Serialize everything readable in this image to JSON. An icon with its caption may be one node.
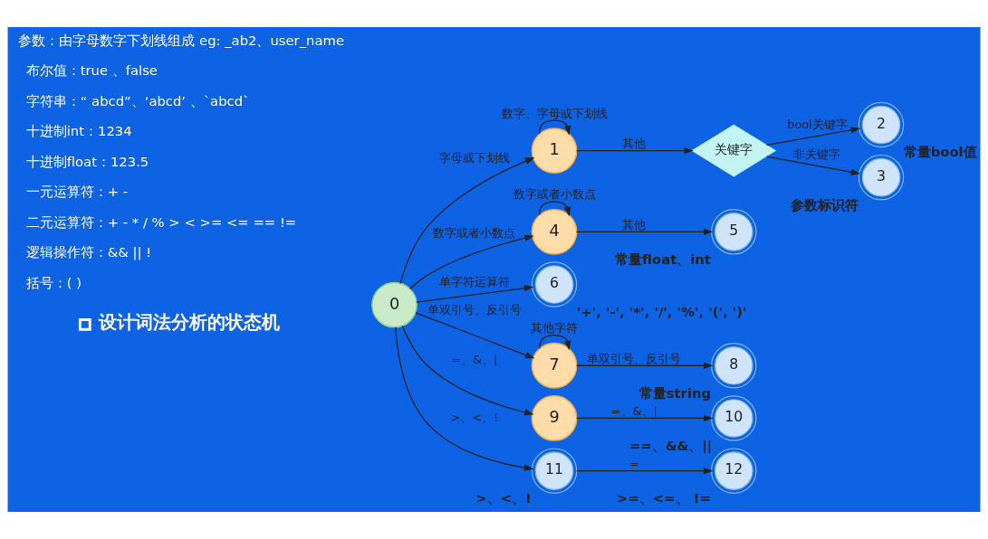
{
  "diagram": {
    "nodes": [
      {
        "text": [
          "0"
        ]
      },
      {
        "text": [
          "1"
        ]
      },
      {
        "text": [
          "2"
        ],
        "beside": [
          "常量bool值"
        ]
      },
      {
        "text": [
          "3"
        ],
        "beside": [
          "参数标识符"
        ]
      },
      {
        "text": [
          "4"
        ]
      },
      {
        "text": [
          "5"
        ],
        "beside": [
          "常量float、int"
        ]
      },
      {
        "text": [
          "6"
        ],
        "beside": [
          "'+', '-', '*', '/', '%', '(', ')'"
        ]
      },
      {
        "text": [
          "7"
        ]
      },
      {
        "text": [
          "8"
        ],
        "beside": [
          "常量string"
        ]
      },
      {
        "text": [
          "9"
        ]
      },
      {
        "text": [
          "10"
        ],
        "beside": [
          "==、&&、||"
        ]
      },
      {
        "text": [
          "11"
        ],
        "beside": [
          ">、<、!"
        ]
      },
      {
        "text": [
          "12"
        ],
        "beside": [
          ">=、<=、 !="
        ]
      },
      {
        "text": [
          "关键字"
        ]
      }
    ],
    "edges": [
      {
        "from": 0,
        "to": 1,
        "arrow": "to",
        "label": "字母或下划线"
      },
      {
        "from": 1,
        "to": 1,
        "arrow": "to",
        "label": "数字、字母或下划线"
      },
      {
        "from": 1,
        "to": 13,
        "arrow": "to",
        "label": "其他"
      },
      {
        "from": 13,
        "to": 2,
        "arrow": "to",
        "label": "bool关键字"
      },
      {
        "from": 13,
        "to": 3,
        "arrow": "to",
        "label": "非关键字"
      },
      {
        "from": 0,
        "to": 4,
        "arrow": "to",
        "label": "数字或者小数点"
      },
      {
        "from": 4,
        "to": 4,
        "arrow": "to",
        "label": "数字或者小数点"
      },
      {
        "from": 4,
        "to": 5,
        "arrow": "to",
        "label": "其他"
      },
      {
        "from": 0,
        "to": 6,
        "arrow": "to",
        "label": "单字符运算符"
      },
      {
        "from": 0,
        "to": 7,
        "arrow": "to",
        "label": "单双引号、反引号"
      },
      {
        "from": 7,
        "to": 7,
        "arrow": "to",
        "label": "其他字符"
      },
      {
        "from": 7,
        "to": 8,
        "arrow": "to",
        "label": "单双引号、反引号"
      },
      {
        "from": 0,
        "to": 9,
        "arrow": "to",
        "label": "=、&、|"
      },
      {
        "from": 9,
        "to": 10,
        "arrow": "to",
        "label": "=、&、|"
      },
      {
        "from": 0,
        "to": 11,
        "arrow": "to",
        "label": ">、<、!"
      },
      {
        "from": 11,
        "to": 12,
        "arrow": "to",
        "label": "="
      }
    ],
    "labels": [
      "参数：由字母数字下划线组成 eg: _ab2、user_name",
      "布尔值：true 、false",
      "字符串：“ abcd”、‘abcd’ 、`abcd`",
      "十进制int：1234",
      "十进制float：123.5",
      "一元运算符：+ -",
      "二元运算符：+ - * / % > < >= <= == !=",
      "逻辑操作符：&& || !",
      "括号：( )",
      "设计词法分析的状态机"
    ]
  }
}
